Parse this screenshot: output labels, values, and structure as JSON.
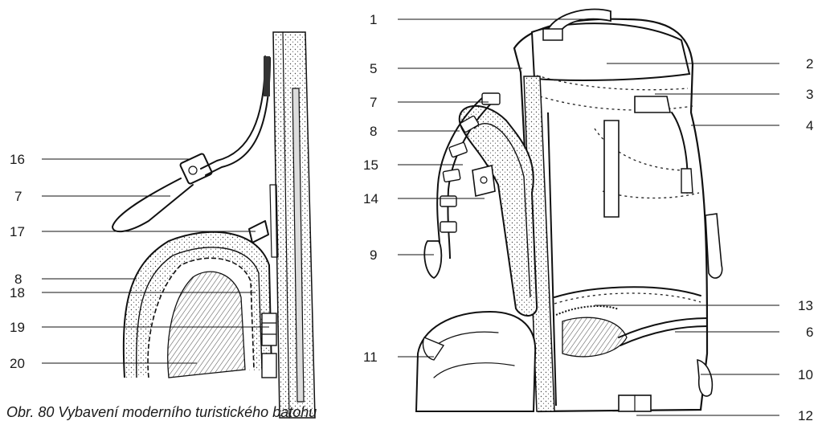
{
  "caption": "Obr. 80 Vybavení moderního turistického batohu",
  "left_labels": [
    "16",
    "7",
    "17",
    "8",
    "18",
    "19",
    "20"
  ],
  "right_left_labels": [
    "1",
    "5",
    "7",
    "8",
    "15",
    "14",
    "9",
    "11"
  ],
  "right_right_labels": [
    "2",
    "3",
    "4",
    "13",
    "6",
    "10",
    "12"
  ]
}
